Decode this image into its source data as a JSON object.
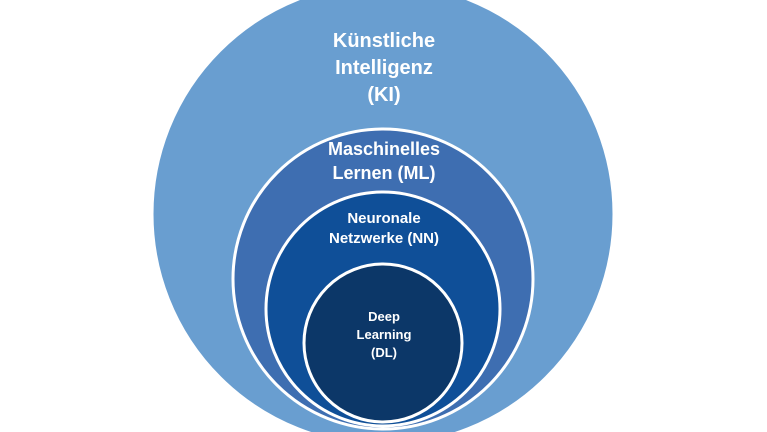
{
  "diagram": {
    "layers": [
      {
        "id": "ki",
        "lines": [
          "Künstliche",
          "Intelligenz",
          "(KI)"
        ],
        "fill": "#699ed0"
      },
      {
        "id": "ml",
        "lines": [
          "Maschinelles",
          "Lernen (ML)"
        ],
        "fill": "#3e6eb1"
      },
      {
        "id": "nn",
        "lines": [
          "Neuronale",
          "Netzwerke (NN)"
        ],
        "fill": "#0f4f98"
      },
      {
        "id": "dl",
        "lines": [
          "Deep",
          "Learning",
          "(DL)"
        ],
        "fill": "#0c3768"
      }
    ],
    "outline_color": "#ffffff"
  }
}
